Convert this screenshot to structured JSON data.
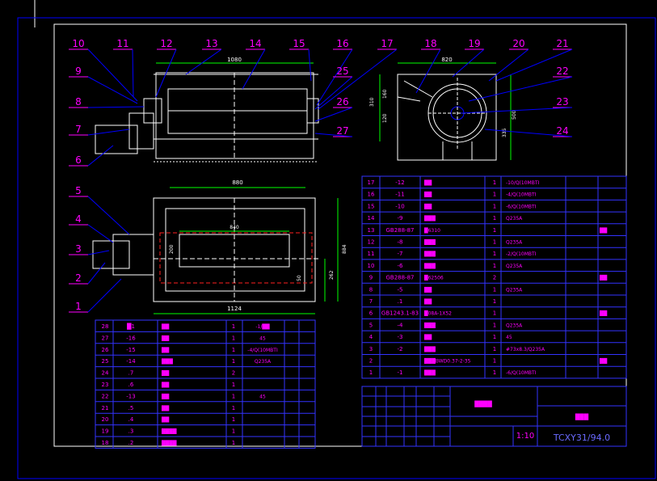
{
  "colors": {
    "background": "#000000",
    "frame": "#0000ff",
    "table": "#3333ff",
    "balloon": "#ff00ff",
    "outline": "#ffffff",
    "dimension": "#00ff00",
    "text": "#ff00ff",
    "hidden": "#ff2020"
  },
  "balloons": {
    "left": [
      "10",
      "9",
      "8",
      "7",
      "6",
      "5",
      "4",
      "3",
      "2",
      "1"
    ],
    "top_front": [
      "11",
      "12",
      "13",
      "14",
      "15",
      "16",
      "17"
    ],
    "side": [
      "25",
      "26",
      "27"
    ],
    "top_side": [
      "18",
      "19",
      "20",
      "21"
    ],
    "right_side": [
      "22",
      "23",
      "24"
    ]
  },
  "dimensions": {
    "front_length": "1080",
    "side_width": "820",
    "side_h1": "310",
    "side_h2": "160",
    "side_h3": "120",
    "side_right": "500",
    "side_right2": "335",
    "plan_top": "880",
    "plan_inner": "840",
    "plan_height": "200",
    "plan_bottom": "1124",
    "plan_right": "884",
    "plan_right2": "262",
    "plan_small": "50"
  },
  "parts_table_right": [
    {
      "no": "17",
      "code": "-12",
      "name": "██",
      "qty": "1",
      "material": "-10/Q(10MBTI",
      "note": ""
    },
    {
      "no": "16",
      "code": "-11",
      "name": "██",
      "qty": "1",
      "material": "-4/Q(10MBTI",
      "note": ""
    },
    {
      "no": "15",
      "code": "-10",
      "name": "██",
      "qty": "1",
      "material": "-6/Q(10MBTI",
      "note": ""
    },
    {
      "no": "14",
      "code": "-9",
      "name": "███",
      "qty": "1",
      "material": "Q235A",
      "note": ""
    },
    {
      "no": "13",
      "code": "GB288-87",
      "name": "█6310",
      "qty": "1",
      "material": "",
      "note": "██"
    },
    {
      "no": "12",
      "code": "-8",
      "name": "███",
      "qty": "1",
      "material": "Q235A",
      "note": ""
    },
    {
      "no": "11",
      "code": "-7",
      "name": "███",
      "qty": "1",
      "material": "-2/Q(10MBTI",
      "note": ""
    },
    {
      "no": "10",
      "code": "-6",
      "name": "███",
      "qty": "1",
      "material": "Q235A",
      "note": ""
    },
    {
      "no": "9",
      "code": "GB288-87",
      "name": "█62506",
      "qty": "2",
      "material": "",
      "note": "██"
    },
    {
      "no": "8",
      "code": "-5",
      "name": "██",
      "qty": "1",
      "material": "Q235A",
      "note": ""
    },
    {
      "no": "7",
      "code": ".1",
      "name": "██",
      "qty": "1",
      "material": "",
      "note": ""
    },
    {
      "no": "6",
      "code": "GB1243.1-83",
      "name": "█08A-1X52",
      "qty": "1",
      "material": "",
      "note": "██"
    },
    {
      "no": "5",
      "code": "-4",
      "name": "███",
      "qty": "1",
      "material": "Q235A",
      "note": ""
    },
    {
      "no": "4",
      "code": "-3",
      "name": "██",
      "qty": "1",
      "material": "45",
      "note": ""
    },
    {
      "no": "3",
      "code": "-2",
      "name": "███",
      "qty": "1",
      "material": "#73x8.3/Q235A",
      "note": ""
    },
    {
      "no": "2",
      "code": "",
      "name": "███BWD0.37-2-35",
      "qty": "1",
      "material": "",
      "note": "██"
    },
    {
      "no": "1",
      "code": "-1",
      "name": "███",
      "qty": "1",
      "material": "-6/Q(10MBTI",
      "note": ""
    }
  ],
  "parts_table_left": [
    {
      "no": "28",
      "code": "█1",
      "name": "██",
      "qty": "1",
      "material": "-1/██"
    },
    {
      "no": "27",
      "code": "-16",
      "name": "██",
      "qty": "1",
      "material": "45"
    },
    {
      "no": "26",
      "code": "-15",
      "name": "██",
      "qty": "1",
      "material": "-4/Q(10MBTI"
    },
    {
      "no": "25",
      "code": "-14",
      "name": "███",
      "qty": "1",
      "material": "Q235A"
    },
    {
      "no": "24",
      "code": ".7",
      "name": "██",
      "qty": "2",
      "material": ""
    },
    {
      "no": "23",
      "code": ".6",
      "name": "██",
      "qty": "1",
      "material": ""
    },
    {
      "no": "22",
      "code": "-13",
      "name": "██",
      "qty": "1",
      "material": "45"
    },
    {
      "no": "21",
      "code": ".5",
      "name": "██",
      "qty": "1",
      "material": ""
    },
    {
      "no": "20",
      "code": ".4",
      "name": "██",
      "qty": "1",
      "material": ""
    },
    {
      "no": "19",
      "code": ".3",
      "name": "████",
      "qty": "1",
      "material": ""
    },
    {
      "no": "18",
      "code": ".2",
      "name": "████",
      "qty": "1",
      "material": ""
    }
  ],
  "title_block": {
    "part_name": "████",
    "company": "███",
    "scale": "1:10",
    "drawing_no": "TCXY31/94.0"
  }
}
